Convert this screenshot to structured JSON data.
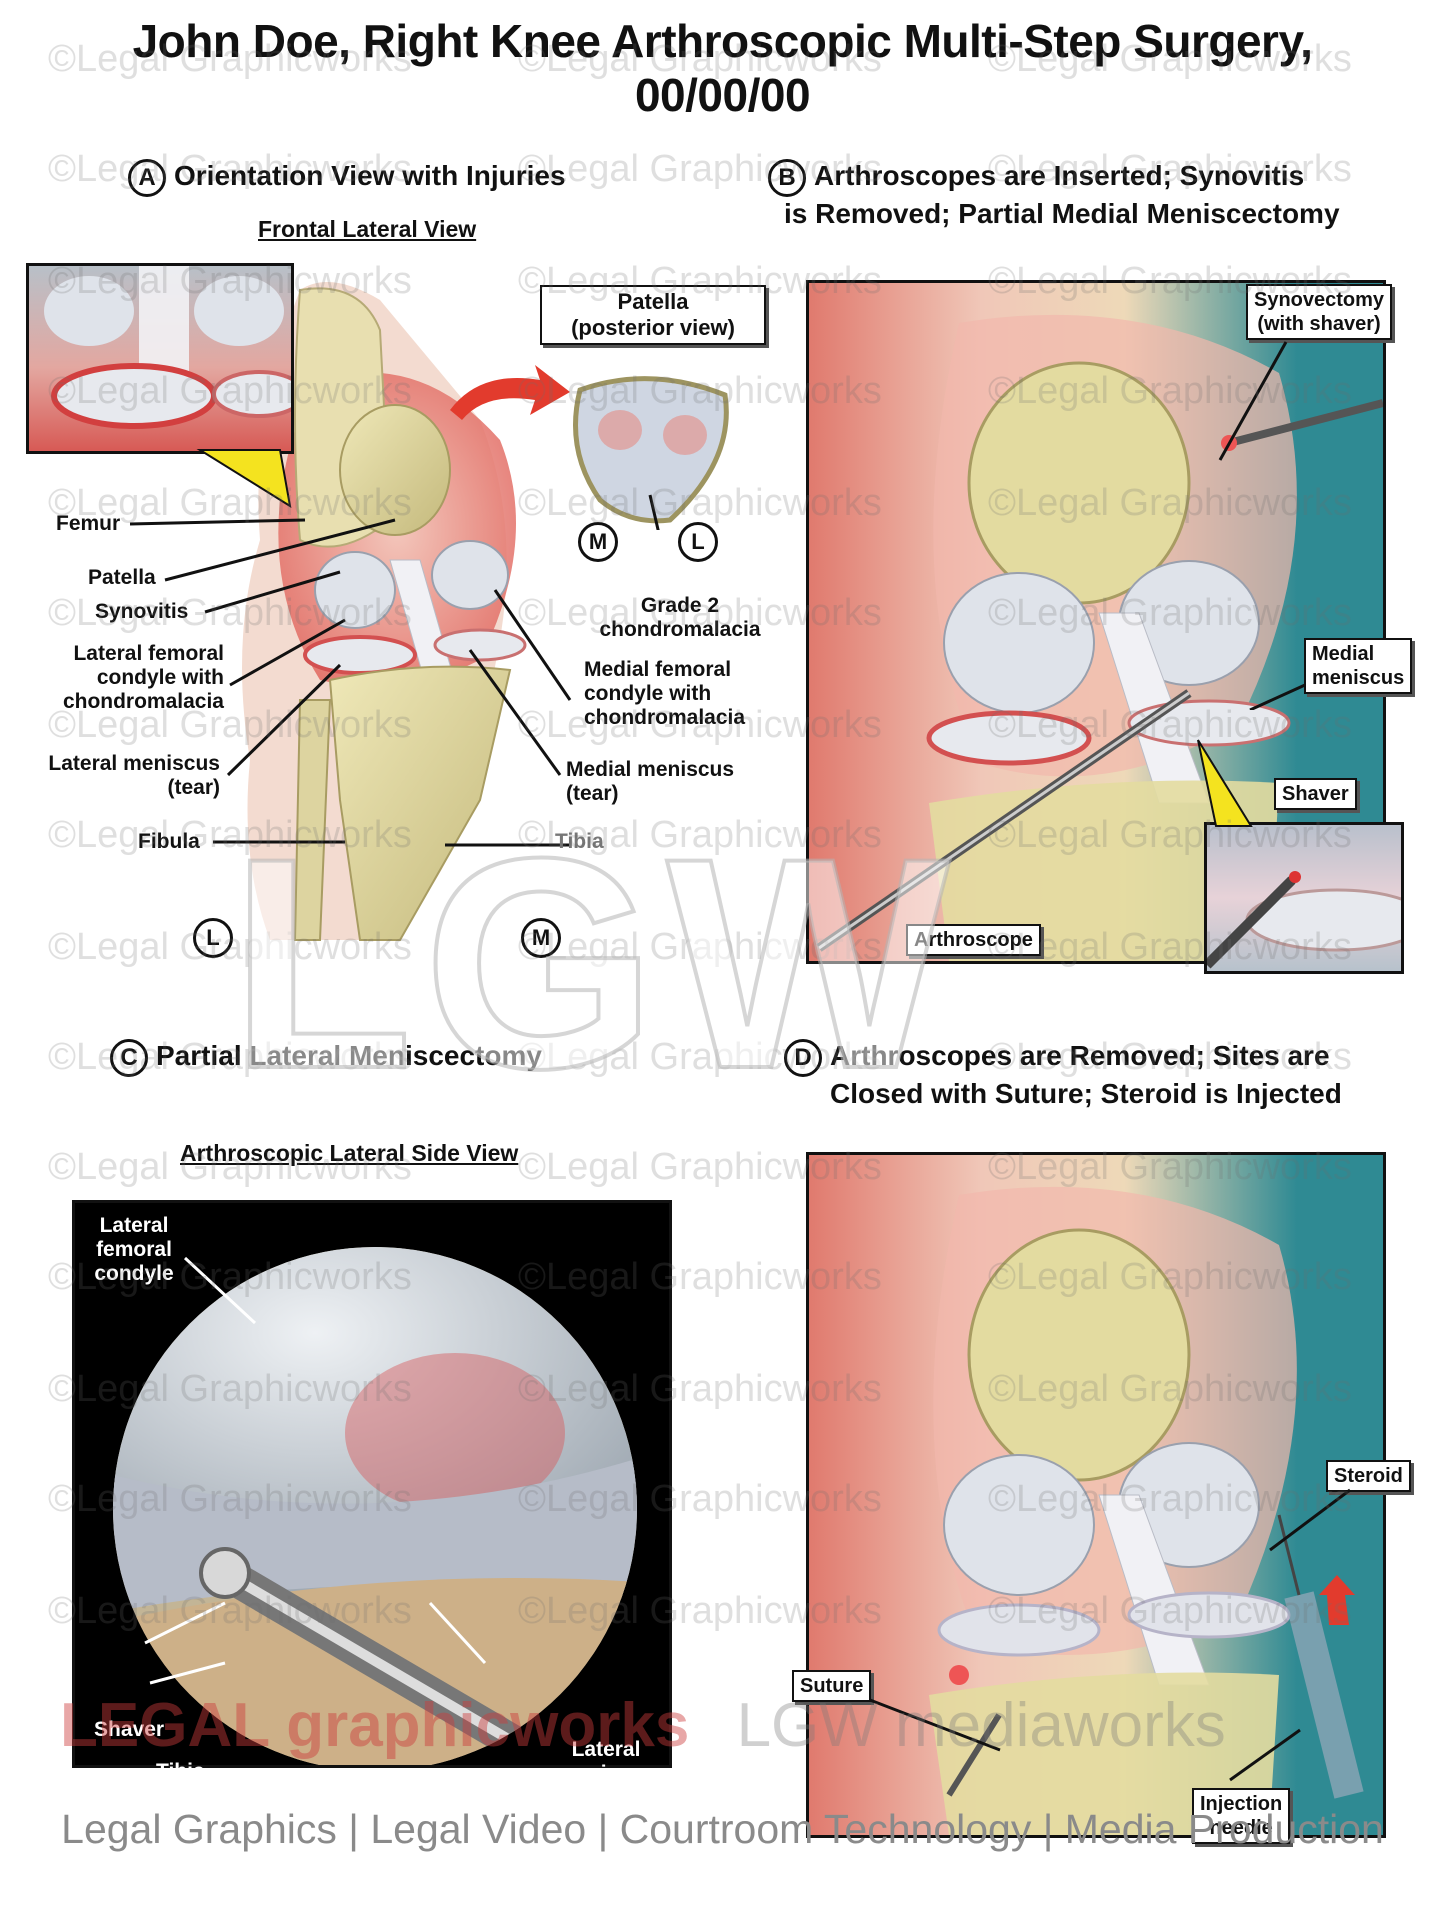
{
  "title": {
    "line1": "John Doe, Right Knee Arthroscopic Multi-Step Surgery,",
    "line2": "00/00/00"
  },
  "panel_a": {
    "letter": "A",
    "heading": "Orientation View with Injuries",
    "subheading": "Frontal Lateral View",
    "patella_box": {
      "line1": "Patella",
      "line2": "(posterior view)"
    },
    "labels": {
      "femur": "Femur",
      "patella": "Patella",
      "synovitis": "Synovitis",
      "lateral_condyle_1": "Lateral femoral",
      "lateral_condyle_2": "condyle with",
      "lateral_condyle_3": "chondromalacia",
      "lateral_meniscus_1": "Lateral meniscus",
      "lateral_meniscus_2": "(tear)",
      "fibula": "Fibula",
      "tibia": "Tibia",
      "grade_1": "Grade 2",
      "grade_2": "chondromalacia",
      "medial_condyle_1": "Medial femoral",
      "medial_condyle_2": "condyle with",
      "medial_condyle_3": "chondromalacia",
      "medial_meniscus_1": "Medial meniscus",
      "medial_meniscus_2": "(tear)"
    },
    "markers": {
      "m_patella": "M",
      "l_patella": "L",
      "l_knee": "L",
      "m_knee": "M"
    }
  },
  "panel_b": {
    "letter": "B",
    "heading_1": "Arthroscopes are Inserted; Synovitis",
    "heading_2": "is Removed; Partial Medial Meniscectomy",
    "labels": {
      "synovectomy_1": "Synovectomy",
      "synovectomy_2": "(with shaver)",
      "medial_meniscus_1": "Medial",
      "medial_meniscus_2": "meniscus",
      "shaver": "Shaver",
      "arthroscope": "Arthroscope"
    }
  },
  "panel_c": {
    "letter": "C",
    "heading": "Partial Lateral Meniscectomy",
    "subheading": "Arthroscopic Lateral Side View",
    "labels": {
      "condyle_1": "Lateral",
      "condyle_2": "femoral",
      "condyle_3": "condyle",
      "shaver": "Shaver",
      "tibia": "Tibia",
      "meniscus_1": "Lateral",
      "meniscus_2": "meniscus"
    }
  },
  "panel_d": {
    "letter": "D",
    "heading_1": "Arthroscopes are Removed; Sites are",
    "heading_2": "Closed with Suture; Steroid is Injected",
    "labels": {
      "steroid": "Steroid",
      "suture": "Suture",
      "needle_1": "Injection",
      "needle_2": "needle"
    }
  },
  "watermark": {
    "text": "©Legal Graphicworks",
    "logo": "LGW"
  },
  "branding": {
    "left": "LEGAL graphicworks",
    "right": "LGW mediaworks"
  },
  "footer": "Legal Graphics | Legal Video | Courtroom Technology | Media Production",
  "colors": {
    "inflamed": "#e0625a",
    "bone": "#d6cf95",
    "cartilage": "#c9ccd6",
    "teal": "#2f8a93",
    "arrow": "#e23b2d",
    "pointer": "#f4e31f"
  }
}
